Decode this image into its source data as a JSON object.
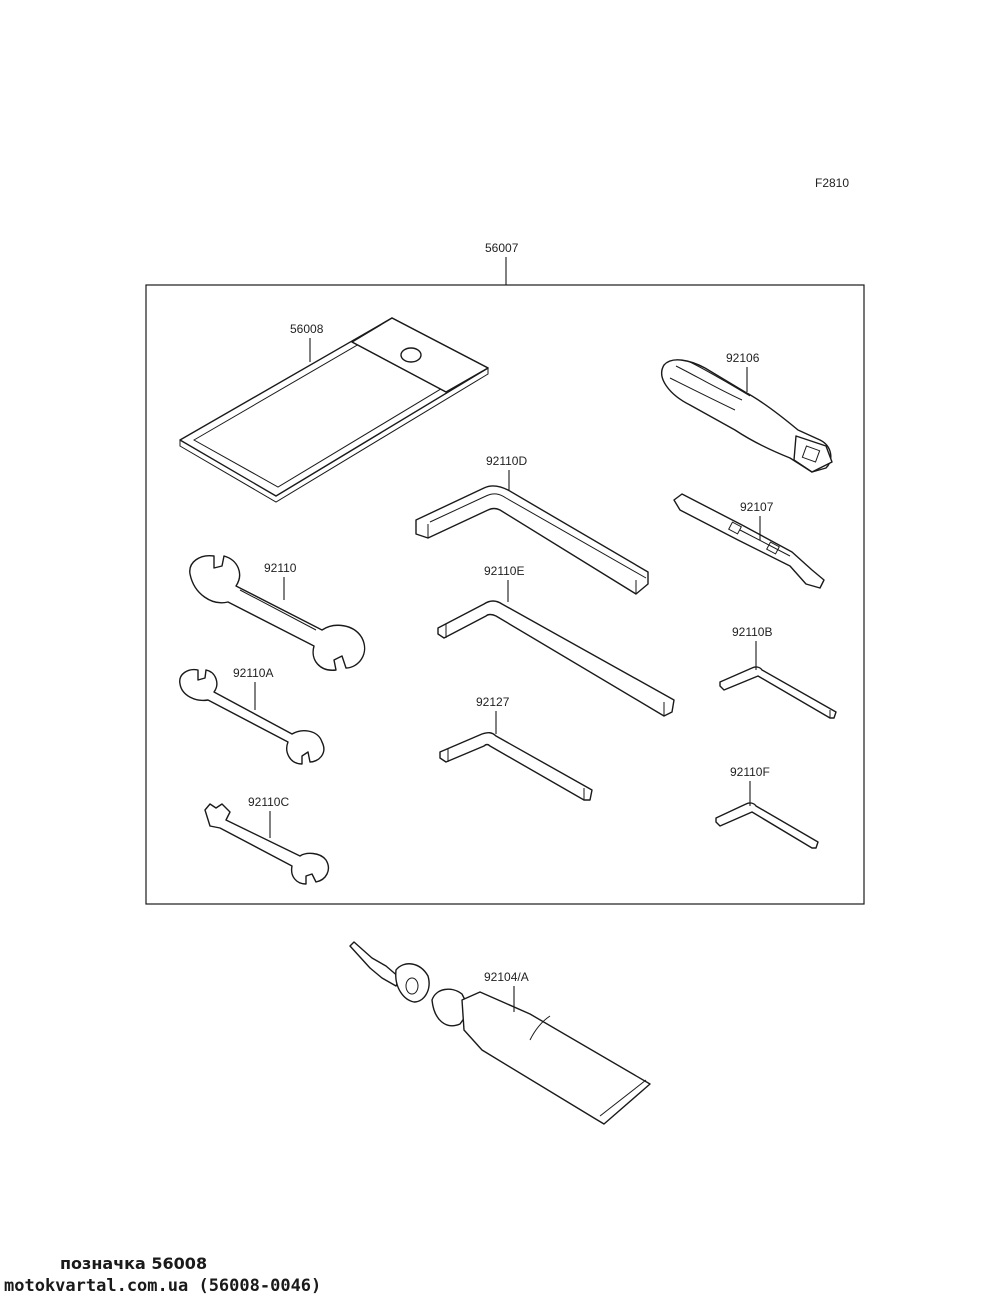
{
  "diagram": {
    "figure_code": "F2810",
    "kit_label": "56007",
    "parts": {
      "pouch": "56008",
      "screwdriver_handle": "92106",
      "screwdriver_bit": "92107",
      "hex_d": "92110D",
      "hex_e": "92110E",
      "hex_b": "92110B",
      "hex_f": "92110F",
      "hex_small": "92127",
      "wrench": "92110",
      "wrench_a": "92110A",
      "wrench_c": "92110C",
      "tube": "92104/A"
    }
  },
  "footer": {
    "caption": "позначка 56008",
    "watermark": "motokvartal.com.ua (56008-0046)"
  }
}
